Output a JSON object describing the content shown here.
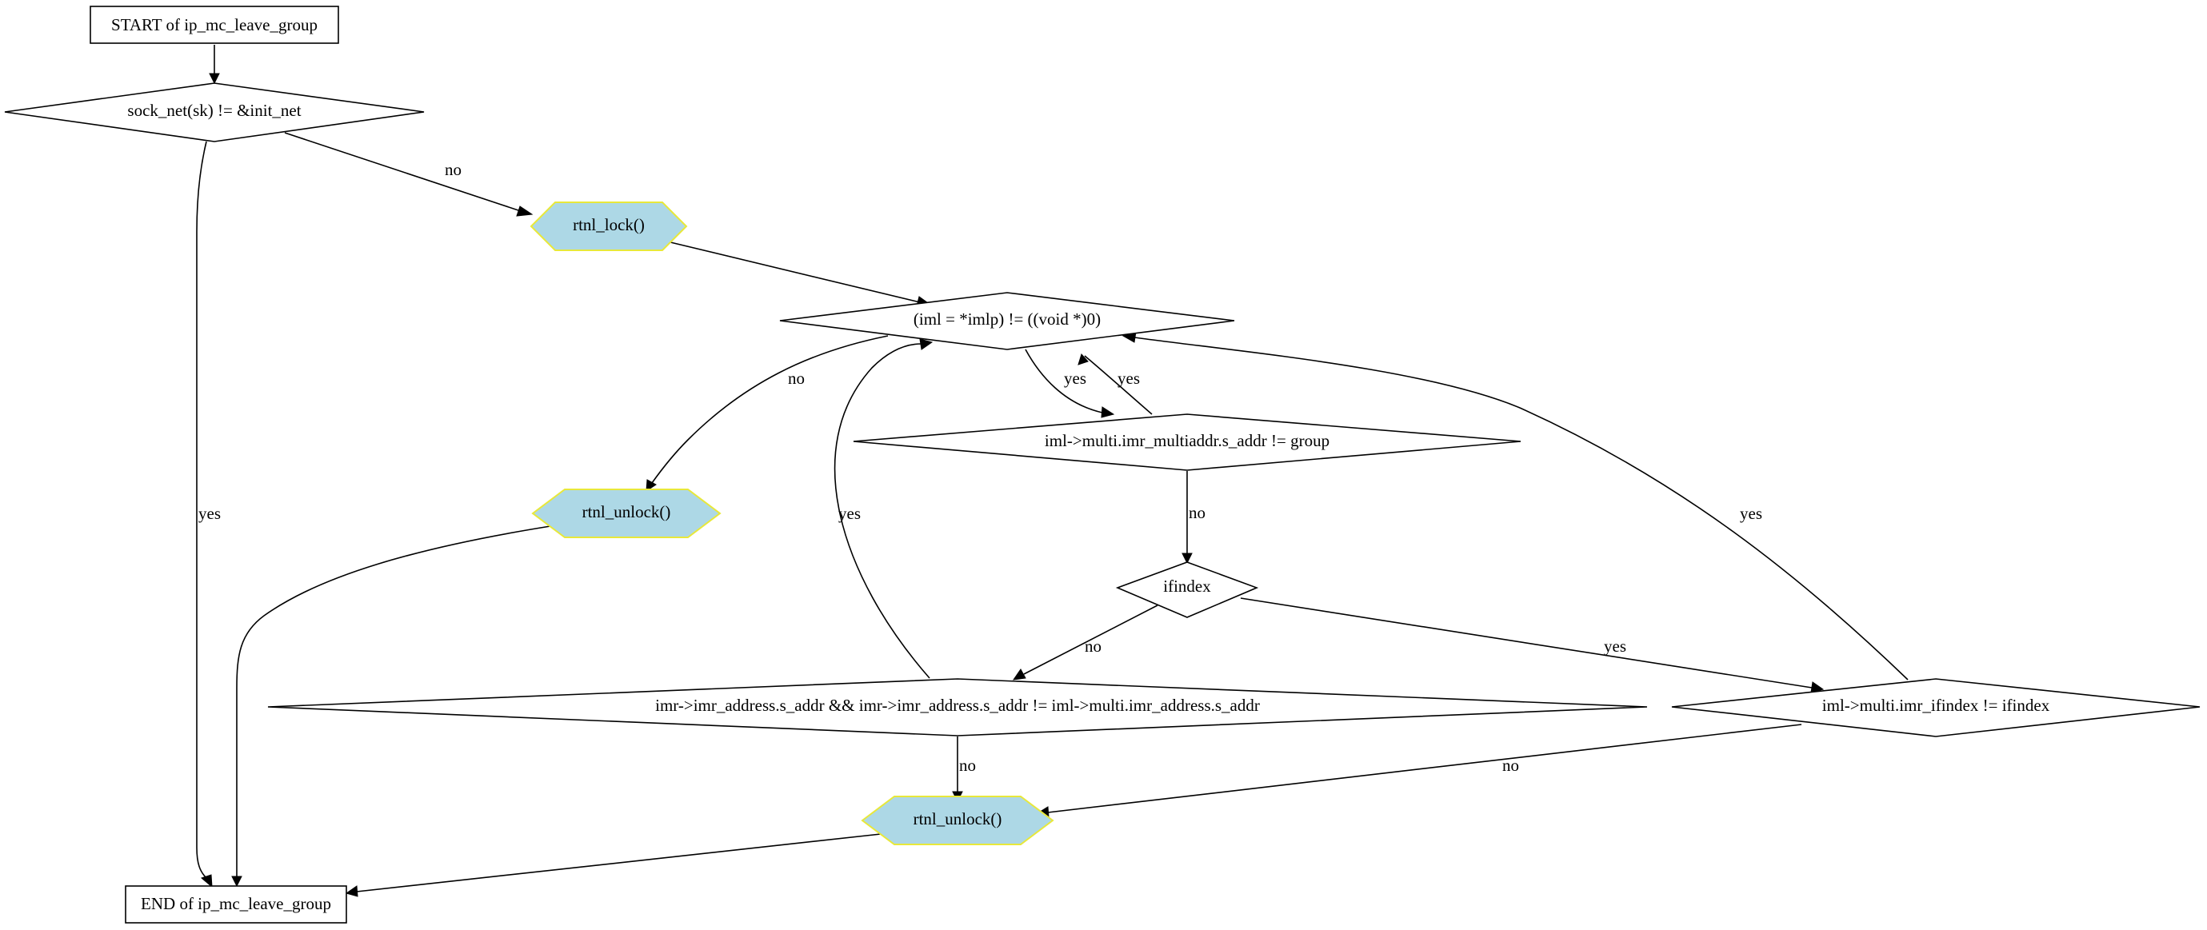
{
  "colors": {
    "hexagon_fill": "#add8e6",
    "hexagon_stroke": "#e8e83a",
    "line": "#000000",
    "background": "#ffffff"
  },
  "nodes": {
    "start": "START of ip_mc_leave_group",
    "cond_net": "sock_net(sk) != &init_net",
    "rtnl_lock": "rtnl_lock()",
    "cond_loop": "(iml = *imlp) != ((void *)0)",
    "cond_multiaddr": "iml->multi.imr_multiaddr.s_addr != group",
    "rtnl_unlock_1": "rtnl_unlock()",
    "cond_ifindex": "ifindex",
    "cond_address": "imr->imr_address.s_addr && imr->imr_address.s_addr != iml->multi.imr_address.s_addr",
    "cond_imr_ifindex": "iml->multi.imr_ifindex != ifindex",
    "rtnl_unlock_2": "rtnl_unlock()",
    "end": "END of ip_mc_leave_group"
  },
  "edges": {
    "net_no": "no",
    "net_yes": "yes",
    "loop_no": "no",
    "loop_yes": "yes",
    "multiaddr_yes": "yes",
    "multiaddr_no": "no",
    "address_yes": "yes",
    "imr_ifindex_yes": "yes",
    "ifindex_no": "no",
    "ifindex_yes": "yes",
    "address_no": "no",
    "imr_ifindex_no": "no"
  }
}
